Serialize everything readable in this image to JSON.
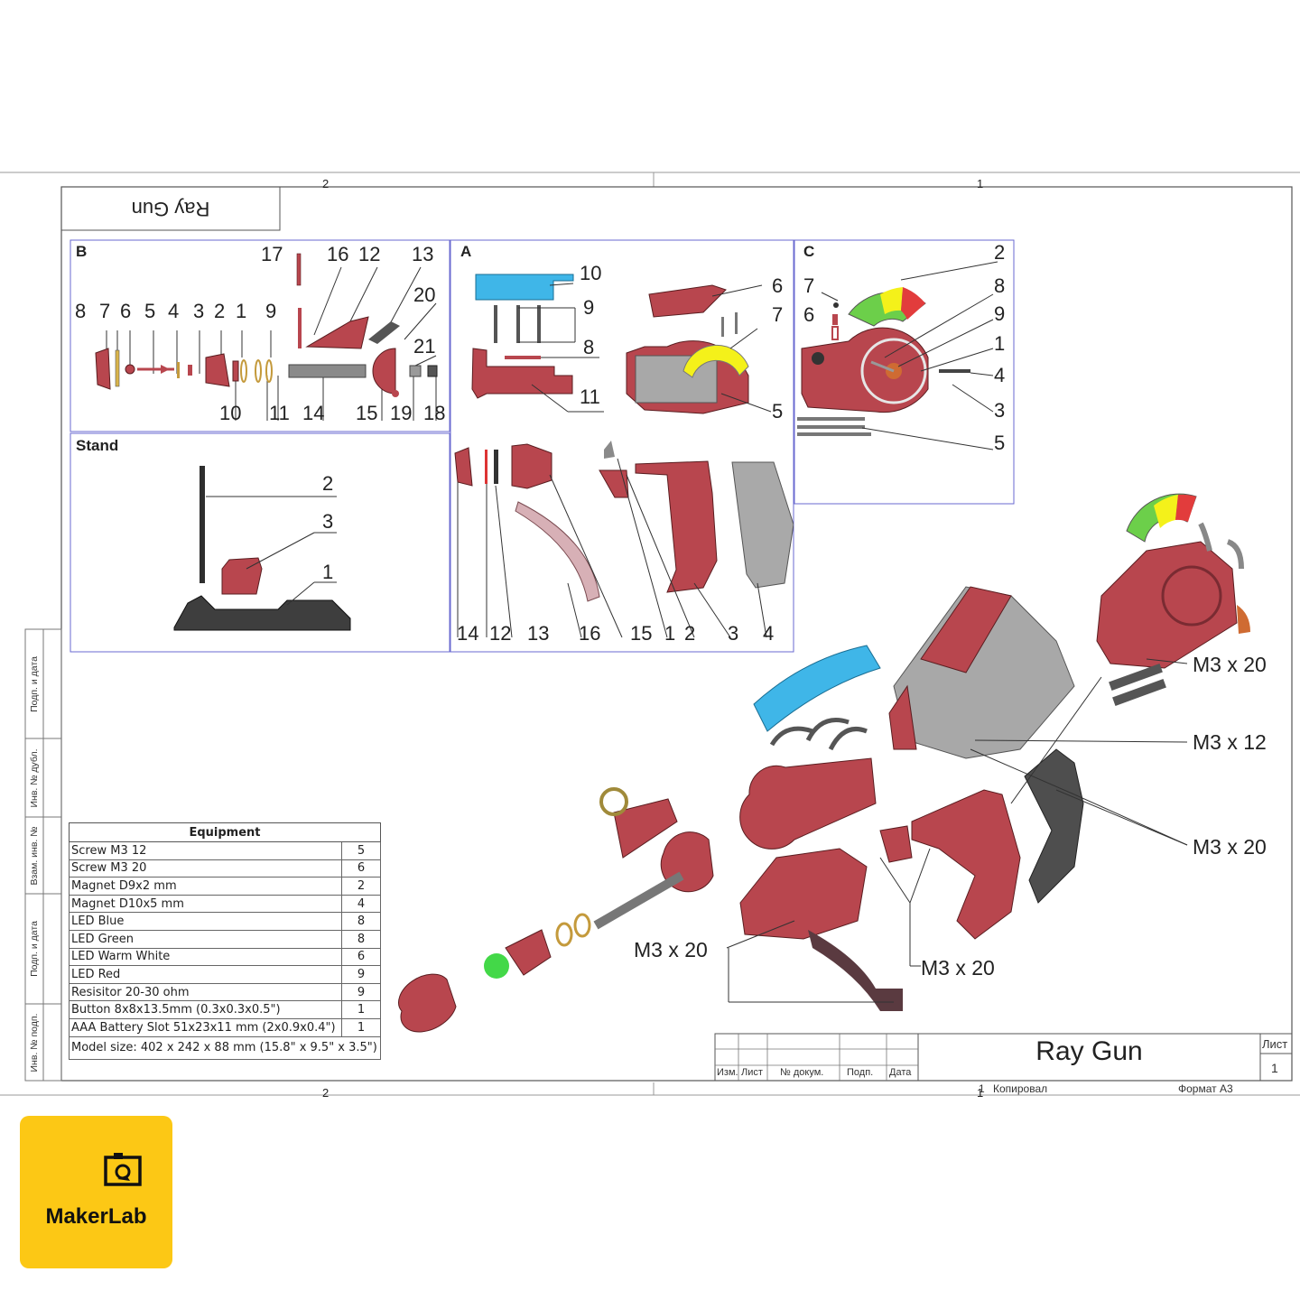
{
  "sheet": {
    "zone_top_left": "2",
    "zone_top_right": "1",
    "zone_bottom_left": "2",
    "zone_bottom_right": "1",
    "title_mirrored": "Ray Gun"
  },
  "side_stamp": [
    "Подп. и дата",
    "Инв. № дубл.",
    "Взам. инв. №",
    "Подп. и дата",
    "Инв. № подп."
  ],
  "panel_b": {
    "title": "B",
    "labels": [
      "8",
      "7",
      "6",
      "5",
      "4",
      "3",
      "2",
      "1",
      "9",
      "17",
      "16",
      "12",
      "13",
      "20",
      "21",
      "10",
      "11",
      "14",
      "15",
      "19",
      "18"
    ]
  },
  "panel_a": {
    "title": "A",
    "labels": [
      "10",
      "9",
      "8",
      "11",
      "6",
      "7",
      "5",
      "14",
      "12",
      "13",
      "16",
      "15",
      "1",
      "2",
      "3",
      "4"
    ]
  },
  "panel_c": {
    "title": "C",
    "labels": [
      "2",
      "7",
      "6",
      "8",
      "9",
      "1",
      "4",
      "3",
      "5"
    ]
  },
  "panel_stand": {
    "title": "Stand",
    "labels": [
      "2",
      "3",
      "1"
    ]
  },
  "callouts": [
    "M3 x 20",
    "M3 x 12",
    "M3 x 20",
    "M3 x 20",
    "M3 x 20"
  ],
  "equipment": {
    "header": "Equipment",
    "rows": [
      {
        "name": "Screw M3 12",
        "qty": "5"
      },
      {
        "name": "Screw M3 20",
        "qty": "6"
      },
      {
        "name": "Magnet D9x2 mm",
        "qty": "2"
      },
      {
        "name": "Magnet D10x5 mm",
        "qty": "4"
      },
      {
        "name": "LED Blue",
        "qty": "8"
      },
      {
        "name": "LED Green",
        "qty": "8"
      },
      {
        "name": "LED Warm White",
        "qty": "6"
      },
      {
        "name": "LED Red",
        "qty": "9"
      },
      {
        "name": "Resisitor 20-30 ohm",
        "qty": "9"
      },
      {
        "name": "Button 8x8x13.5mm (0.3x0.3x0.5\")",
        "qty": "1"
      },
      {
        "name": "AAA Battery Slot 51x23x11 mm (2x0.9x0.4\")",
        "qty": "1"
      }
    ],
    "model_size": "Model size: 402 x 242 x 88 mm (15.8\" x 9.5\" x 3.5\")"
  },
  "title_block": {
    "title": "Ray Gun",
    "sheet_label": "Лист",
    "sheet_number": "1",
    "col_izm": "Изм.",
    "col_list": "Лист",
    "col_doc": "№ докум.",
    "col_sign": "Подп.",
    "col_date": "Дата",
    "copied": "Копировал",
    "format": "Формат А3",
    "copied_num": "1"
  },
  "logo": {
    "text": "MakerLab",
    "icon": "camera-icon"
  },
  "colors": {
    "part_red": "#b8464e",
    "part_gray": "#9a9a9a",
    "part_dark": "#3e3e3e",
    "part_blue": "#3fb6e8",
    "part_yellow": "#f4f11a",
    "part_green": "#43d848",
    "frame_blue": "#6a6ad0",
    "logo_yellow": "#fcc815"
  }
}
